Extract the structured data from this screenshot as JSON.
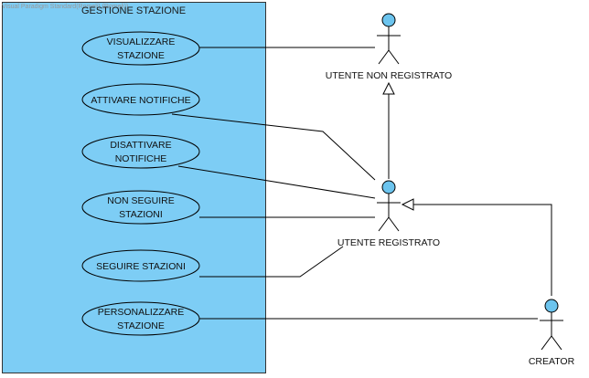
{
  "watermark": "Visual Paradigm Standard(Romeli) (Romeli))",
  "system": {
    "title": "GESTIONE STAZIONE"
  },
  "use_cases": [
    {
      "id": "visualizzare",
      "lines": [
        "VISUALIZZARE",
        "STAZIONE"
      ]
    },
    {
      "id": "attivare",
      "lines": [
        "ATTIVARE NOTIFICHE"
      ]
    },
    {
      "id": "disattivare",
      "lines": [
        "DISATTIVARE",
        "NOTIFICHE"
      ]
    },
    {
      "id": "non-seguire",
      "lines": [
        "NON SEGUIRE",
        "STAZIONI"
      ]
    },
    {
      "id": "seguire",
      "lines": [
        "SEGUIRE STAZIONI"
      ]
    },
    {
      "id": "personalizzare",
      "lines": [
        "PERSONALIZZARE",
        "STAZIONE"
      ]
    }
  ],
  "actors": [
    {
      "id": "non-registrato",
      "label": "UTENTE NON REGISTRATO"
    },
    {
      "id": "registrato",
      "label": "UTENTE REGISTRATO"
    },
    {
      "id": "creator",
      "label": "CREATOR"
    }
  ],
  "colors": {
    "system_fill": "#7DCDF5",
    "usecase_fill": "#7DCDF5",
    "actor_head": "#6CC4EE",
    "line": "#000000"
  }
}
